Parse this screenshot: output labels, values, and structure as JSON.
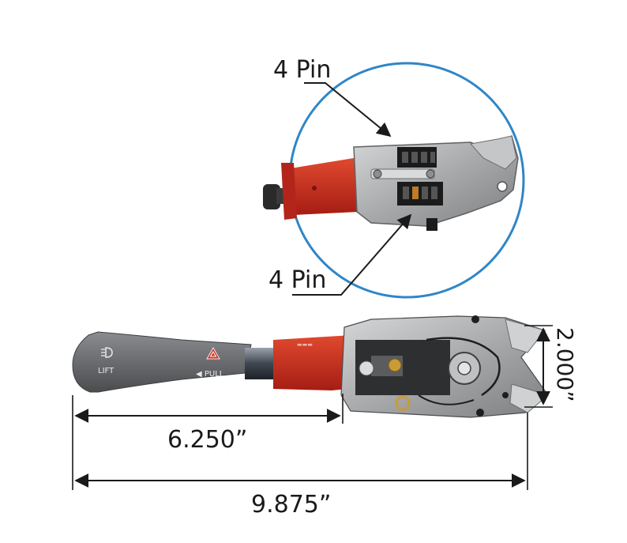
{
  "callouts": {
    "top_pin": "4 Pin",
    "bottom_pin": "4 Pin"
  },
  "dimensions": {
    "handle_length": "6.250”",
    "overall_length": "9.875”",
    "height": "2.000”"
  },
  "handle_markings": {
    "left": "LIFT",
    "right": "◀ PULL",
    "left_icon": "headlight-icon",
    "right_icon": "hazard-triangle-icon"
  },
  "colors": {
    "detail_circle": "#2f86c7",
    "bracket_red": "#c8261b",
    "handle_grey": "#6d6f72",
    "metal": "#b9bbbd"
  }
}
